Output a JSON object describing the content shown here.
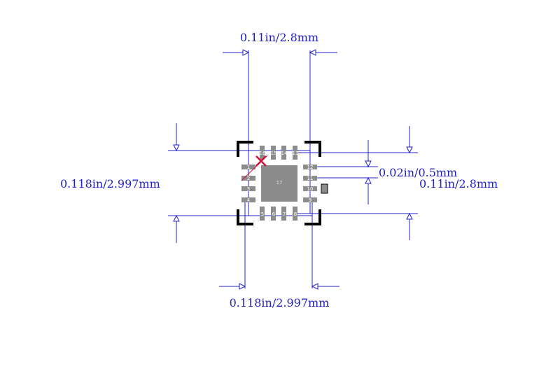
{
  "dimensions": {
    "top_width": "0.11in/2.8mm",
    "bottom_width": "0.118in/2.997mm",
    "left_height": "0.118in/2.997mm",
    "right_height": "0.11in/2.8mm",
    "pitch": "0.02in/0.5mm"
  },
  "package": {
    "center_pad_label": "17",
    "pin_labels": [
      "1",
      "2",
      "3",
      "4",
      "5",
      "6",
      "7",
      "8",
      "9",
      "10",
      "11",
      "12",
      "13",
      "14",
      "15",
      "16"
    ]
  },
  "colors": {
    "dimension_line": "#2020c8",
    "pad": "#8c8c8c",
    "outline": "#000000",
    "pin1_marker": "#d0103a"
  },
  "icons": {
    "pin1_marker": "pin-one-marker-icon",
    "arrow": "arrow-head-icon"
  }
}
